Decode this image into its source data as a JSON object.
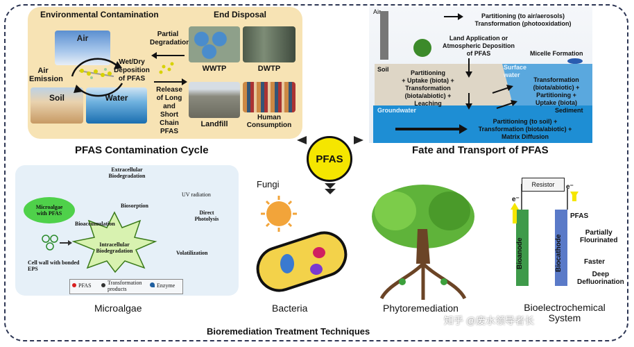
{
  "center": {
    "label": "PFAS"
  },
  "cycle": {
    "title": "PFAS Contamination Cycle",
    "env_heading": "Environmental Contamination",
    "end_heading": "End Disposal",
    "air": "Air",
    "soil": "Soil",
    "water": "Water",
    "air_emission": "Air\nEmission",
    "wet_dry": "Wet/Dry\nDeposition\nof PFAS",
    "partial_deg": "Partial\nDegradation",
    "release": "Release\nof Long\nand\nShort\nChain\nPFAS",
    "wwtp": "WWTP",
    "dwtp": "DWTP",
    "landfill": "Landfill",
    "human": "Human\nConsumption"
  },
  "fate": {
    "title": "Fate and Transport of PFAS",
    "air": "Air",
    "partition_air": "Partitioning (to air/aerosols)\nTransformation (photooxidation)",
    "land_app": "Land Application or\nAtmospheric Deposition\nof PFAS",
    "micelle": "Micelle Formation",
    "soil": "Soil",
    "soil_text": "Partitioning\n+ Uptake (biota) +\nTransformation\n(biota/abiotic) +\nLeaching",
    "surface_water": "Surface\nwater",
    "sw_text": "Transformation\n(biota/abiotic) +\nPartitioning +\nUptake (biota)",
    "sediment": "Sediment",
    "groundwater": "Groundwater",
    "gw_text": "Partitioning (to soil) +\nTransformation (biota/abiotic) +\nMatrix Diffusion"
  },
  "microalgae": {
    "label": "Microalgae",
    "extracellular": "Extracellular\nBiodegradation",
    "biosorption": "Biosorption",
    "bioaccumulation": "Bioaccumulation",
    "intracellular": "Intracellular\nBiodegradation",
    "uv": "UV radiation",
    "direct_photolysis": "Direct\nPhotolysis",
    "volatilization": "Volatilization",
    "microalgae_pfas": "Microalgae\nwith PFAS",
    "cell_wall": "Cell wall with bonded\nEPS",
    "legend_pfas": "PFAS",
    "legend_tp": "Transformation\nproducts",
    "legend_enzyme": "Enzyme"
  },
  "bacteria": {
    "fungi": "Fungi",
    "label": "Bacteria"
  },
  "phyto": {
    "label": "Phytoremediation"
  },
  "bioelec": {
    "label": "Bioelectrochemical\nSystem",
    "resistor": "Resistor",
    "e_left": "e⁻",
    "e_right": "e⁻",
    "bioanode": "Bioanode",
    "biocathode": "Biocathode",
    "pfas": "PFAS",
    "partially": "Partially\nFlourinated",
    "faster": "Faster",
    "deep": "Deep\nDefluorination"
  },
  "footer": {
    "title": "Bioremediation Treatment Techniques",
    "watermark": "知乎 @废水领导者长"
  },
  "colors": {
    "accent_yellow": "#f5e600",
    "panel": "#f7e3b4",
    "dark": "#2c3553",
    "water": "#1e90d8"
  }
}
